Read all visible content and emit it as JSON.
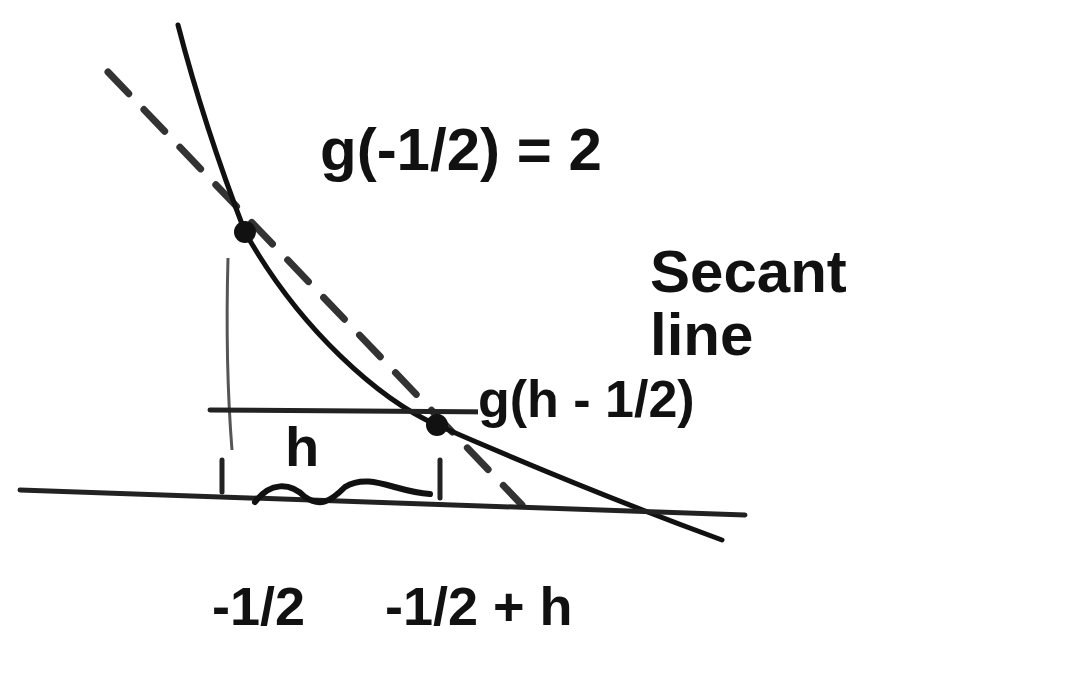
{
  "diagram": {
    "labels": [
      "g(-1/2) = 2",
      "Secant line",
      "g(h - 1/2)",
      "h",
      "-1/2",
      "-1/2 + h"
    ]
  }
}
